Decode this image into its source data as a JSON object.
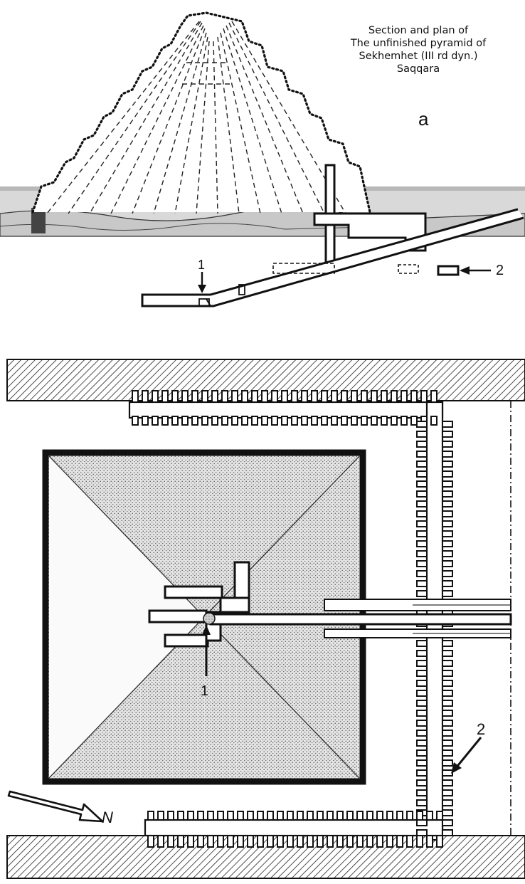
{
  "caption": {
    "lines": [
      "Section and plan of",
      "The unfinished pyramid of",
      "Sekhemhet  (III rd dyn.)",
      "Saqqara"
    ]
  },
  "labels": {
    "section_letter": "a",
    "marker_1_section": "1",
    "marker_2_section": "2",
    "marker_1_plan": "1",
    "marker_2_plan": "2",
    "north": "N"
  },
  "colors": {
    "ink": "#111111",
    "stipple": "#bdbdbd",
    "background": "#ffffff"
  }
}
